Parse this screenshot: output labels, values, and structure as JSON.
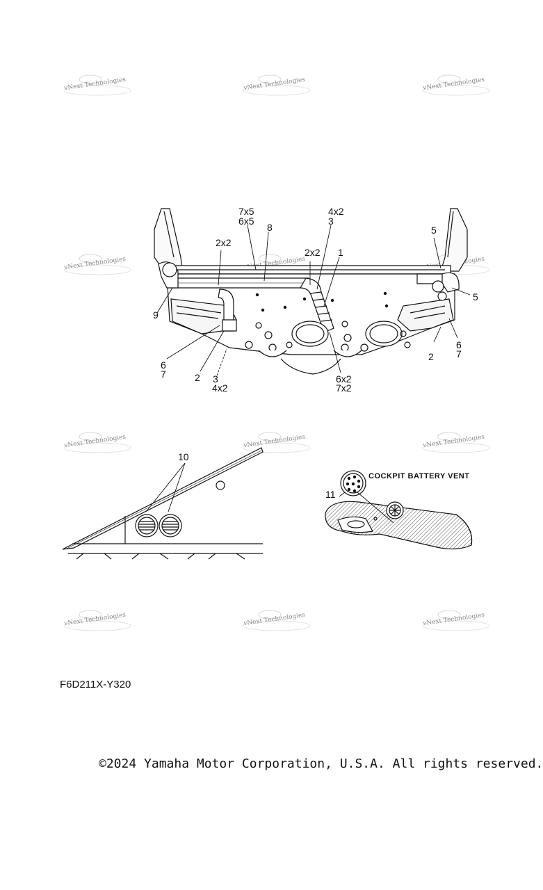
{
  "watermark": {
    "text": "vNext Technologies"
  },
  "hull_callouts": {
    "c_7x5_top": "7x5",
    "c_6x5_top": "6x5",
    "c_8": "8",
    "c_4x2_top": "4x2",
    "c_3_top": "3",
    "c_2x2_left": "2x2",
    "c_2x2_mid": "2x2",
    "c_1": "1",
    "c_5_top": "5",
    "c_5_right": "5",
    "c_9": "9",
    "c_6_left": "6",
    "c_7_left": "7",
    "c_2_left": "2",
    "c_3_bottom": "3",
    "c_4x2_bottom": "4x2",
    "c_6x2_bottom": "6x2",
    "c_7x2_bottom": "7x2",
    "c_6_right": "6",
    "c_7_right": "7",
    "c_2_right": "2"
  },
  "deck_callouts": {
    "c_10": "10"
  },
  "battery_vent": {
    "callout": "11",
    "title": "COCKPIT BATTERY VENT"
  },
  "diagram_code": "F6D211X-Y320",
  "copyright": "©2024 Yamaha Motor Corporation, U.S.A. All rights reserved."
}
